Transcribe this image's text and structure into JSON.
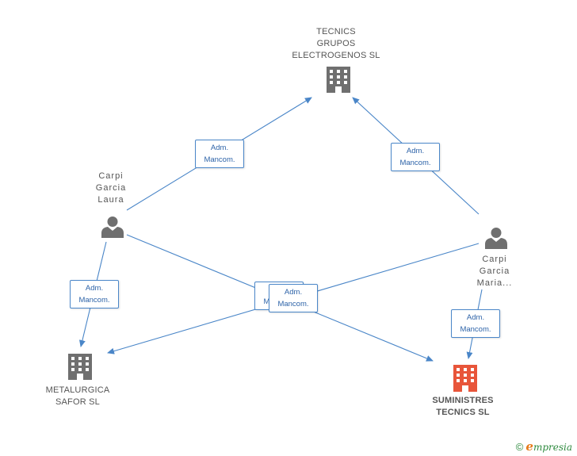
{
  "nodes": {
    "tecnics": {
      "name_lines": [
        "TECNICS",
        "GRUPOS",
        "ELECTROGENOS SL"
      ],
      "kind": "company"
    },
    "laura": {
      "name_lines": [
        "Carpi",
        "Garcia",
        "Laura"
      ],
      "kind": "person"
    },
    "maria": {
      "name_lines": [
        "Carpi",
        "Garcia",
        "Maria..."
      ],
      "kind": "person"
    },
    "metalurgica": {
      "name_lines": [
        "METALURGICA",
        "SAFOR SL"
      ],
      "kind": "company"
    },
    "suministres": {
      "name_lines": [
        "SUMINISTRES",
        "TECNICS SL"
      ],
      "kind": "company-main"
    }
  },
  "edge_label": {
    "line1": "Adm.",
    "line2": "Mancom."
  },
  "colors": {
    "edge": "#4a86c8",
    "company": "#6f6f6f",
    "main": "#e8553a",
    "person": "#6f6f6f"
  },
  "footer": {
    "copyright": "©",
    "brand_initial": "e",
    "brand_rest": "mpresia"
  }
}
